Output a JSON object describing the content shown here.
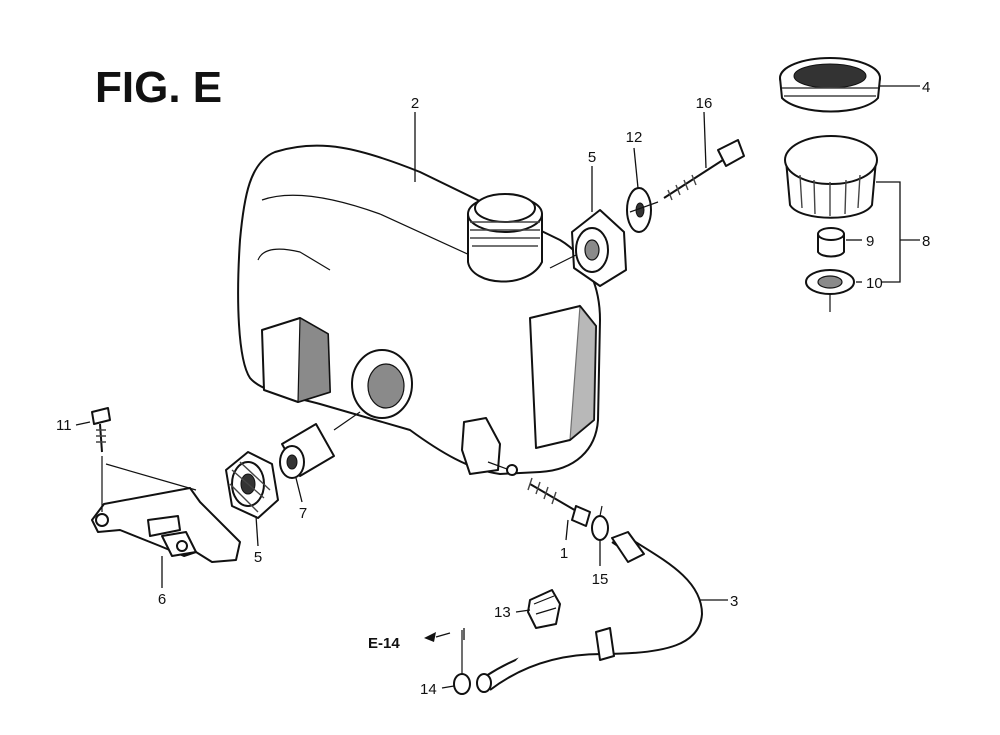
{
  "figure": {
    "title": "FIG. E"
  },
  "callouts": [
    "1",
    "2",
    "3",
    "4",
    "5",
    "5",
    "6",
    "7",
    "8",
    "9",
    "10",
    "11",
    "12",
    "13",
    "14",
    "15",
    "16"
  ],
  "reference": {
    "label": "E-14"
  }
}
